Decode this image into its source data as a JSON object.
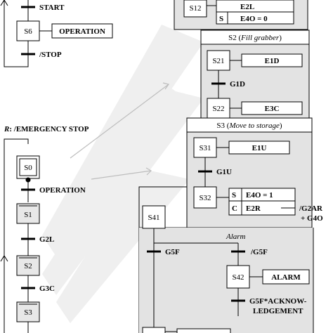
{
  "left_grafcet": {
    "transition_start": "START",
    "step_s6": "S6",
    "action_operation": "OPERATION",
    "transition_stop": "/STOP"
  },
  "emergency_grafcet": {
    "reset_prefix": "R",
    "reset_label": ": /EMERGENCY STOP",
    "step_s0": "S0",
    "transition_operation": "OPERATION",
    "step_s1": "S1",
    "transition_g2l": "G2L",
    "step_s2": "S2",
    "transition_g3c": "G3C",
    "step_s3": "S3"
  },
  "macro_s1": {
    "step_s12": "S12",
    "action_e2l": "E2L",
    "action_qualifier_s": "S",
    "action_e4o": "E4O = 0"
  },
  "macro_s2": {
    "title_prefix": "S2 (",
    "title_italic": "Fill grabber",
    "title_suffix": ")",
    "step_s21": "S21",
    "action_e1d": "E1D",
    "transition_g1d": "G1D",
    "step_s22": "S22",
    "action_e3c": "E3C"
  },
  "macro_s3": {
    "title_prefix": "S3 (",
    "title_italic": "Move to storage",
    "title_suffix": ")",
    "step_s31": "S31",
    "action_e1u": "E1U",
    "transition_g1u": "G1U",
    "step_s32": "S32",
    "qualifier_s": "S",
    "action_e4o": "E4O = 1",
    "qualifier_c": "C",
    "action_e2r": "E2R",
    "condition_line1": "/G2AR",
    "condition_line2": "+ G4O"
  },
  "macro_s4": {
    "step_s41": "S41",
    "branch_label": "Alarm",
    "transition_g5f": "G5F",
    "transition_not_g5f": "/G5F",
    "step_s42": "S42",
    "action_alarm": "ALARM",
    "transition_ack_line1": "G5F*ACKNOW-",
    "transition_ack_line2": "LEDGEMENT"
  },
  "colors": {
    "line": "#000000",
    "shaded_panel": "#e3e3e3",
    "connector": "#eeeeee",
    "background": "#ffffff"
  }
}
